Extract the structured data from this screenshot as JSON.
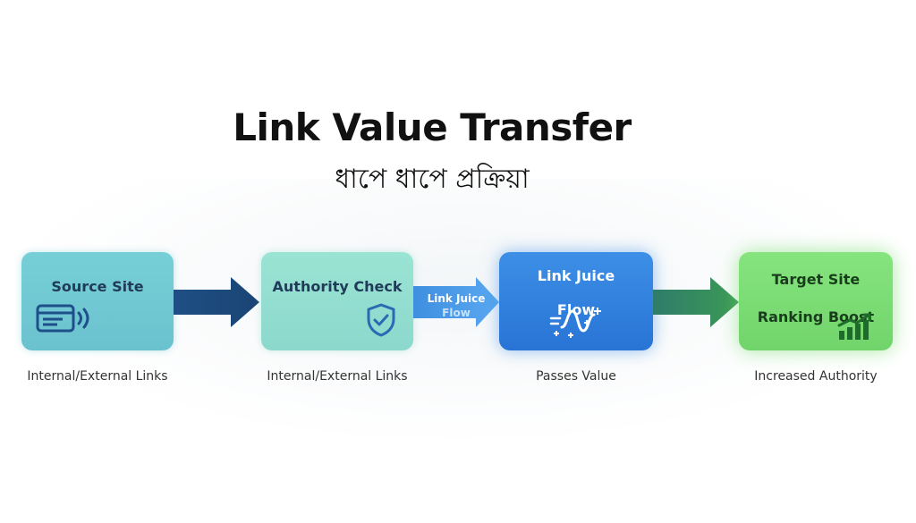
{
  "header": {
    "title": "Link Value Transfer",
    "subtitle": "ধাপে ধাপে প্রক্রিয়া"
  },
  "steps": [
    {
      "label_lines": [
        "Source Site"
      ],
      "caption": "Internal/External Links",
      "icon": "browser-window-icon",
      "color": "#6bc2cf"
    },
    {
      "label_lines": [
        "Authority Check"
      ],
      "caption": "Internal/External Links",
      "icon": "shield-check-icon",
      "color": "#8cd8cc"
    },
    {
      "label_lines": [
        "Link Juice",
        "Flow"
      ],
      "caption": "Passes Value",
      "icon": "wave-sparkle-icon",
      "color": "#2874d6"
    },
    {
      "label_lines": [
        "Target Site",
        "Ranking Boost"
      ],
      "caption": "Increased Authority",
      "icon": "bar-chart-up-icon",
      "color": "#71d46b"
    }
  ],
  "connectors": [
    {
      "label_lines": []
    },
    {
      "label_lines": [
        "Link Juice",
        "Flow"
      ]
    },
    {
      "label_lines": []
    }
  ]
}
